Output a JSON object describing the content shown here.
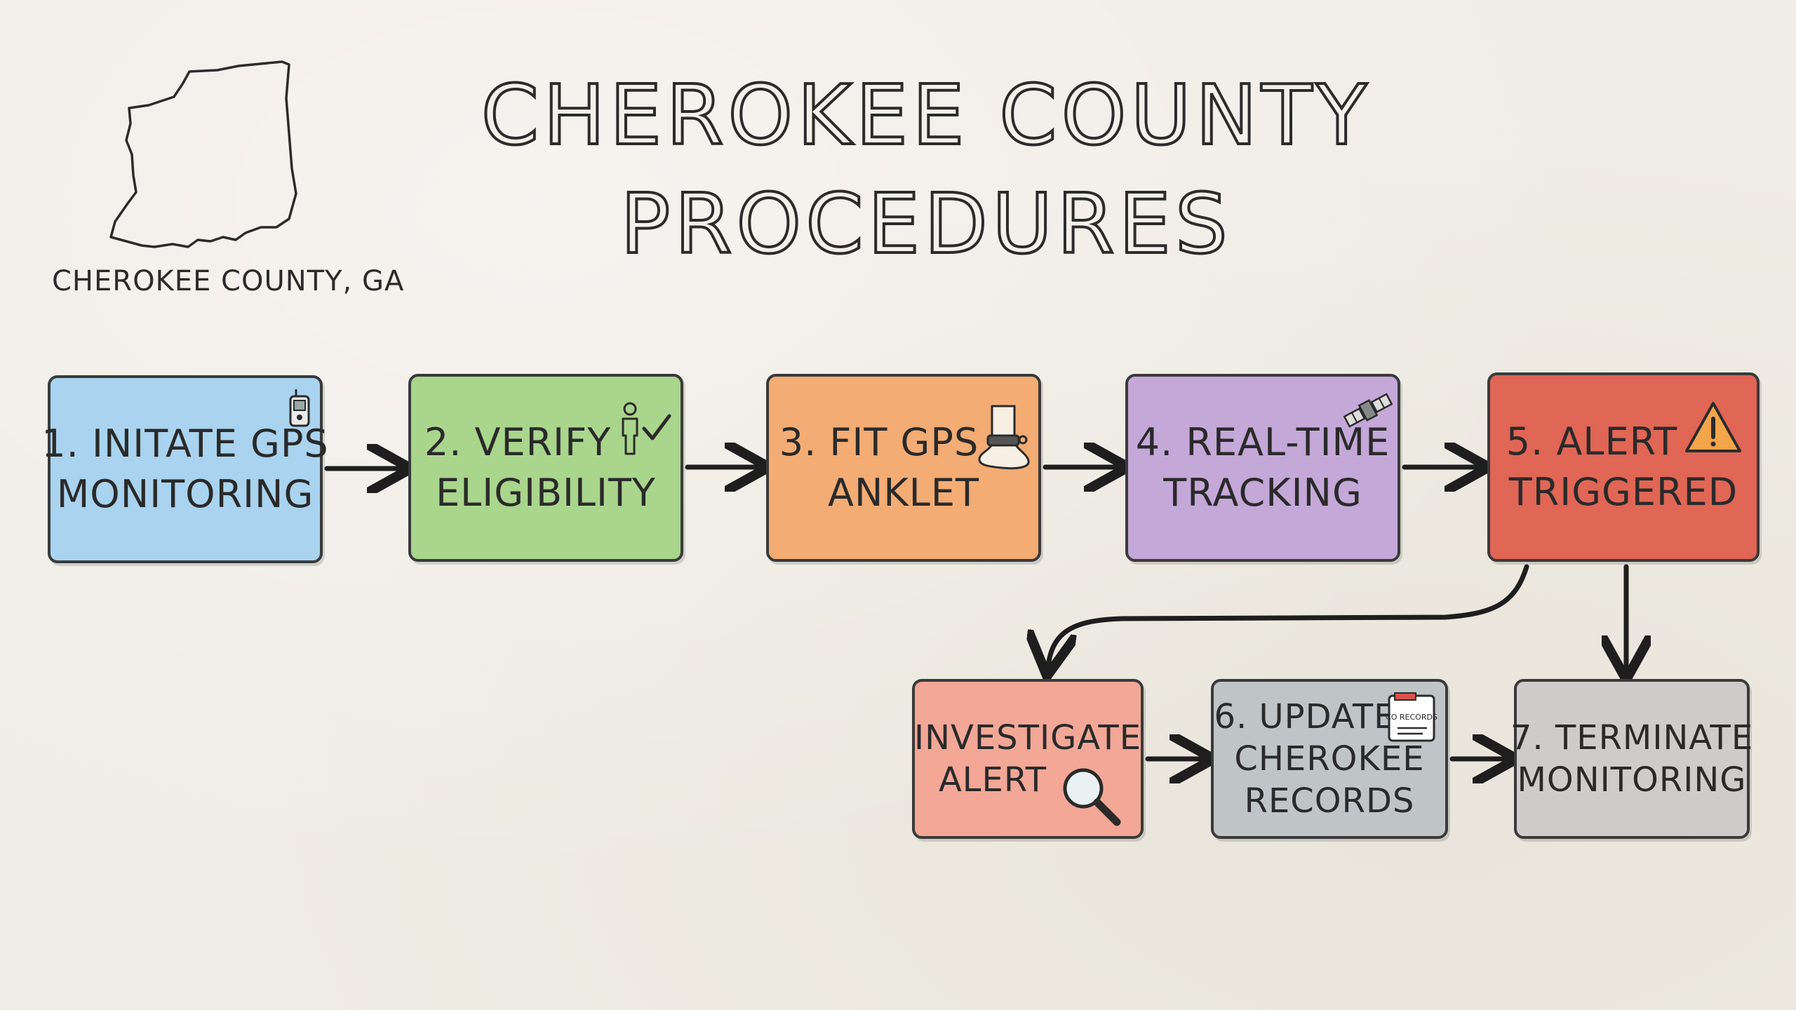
{
  "title": {
    "line1": "CHEROKEE COUNTY",
    "line2": "PROCEDURES"
  },
  "map_label": "CHEROKEE COUNTY, GA",
  "steps": {
    "s1": {
      "line1": "1. INITATE GPS",
      "line2": "MONITORING",
      "icon": "gps-tracker-icon"
    },
    "s2": {
      "line1": "2. VERIFY",
      "line2": "ELIGIBILITY",
      "icon": "person-check-icon"
    },
    "s3": {
      "line1": "3. FIT GPS",
      "line2": "ANKLET",
      "icon": "ankle-monitor-icon"
    },
    "s4": {
      "line1": "4. REAL-TIME",
      "line2": "TRACKING",
      "icon": "satellite-icon"
    },
    "s5": {
      "line1": "5. ALERT",
      "line2": "TRIGGERED",
      "icon": "warning-icon"
    },
    "investigate": {
      "line1": "INVESTIGATE",
      "line2": "ALERT",
      "icon": "magnifier-icon"
    },
    "s6": {
      "line1": "6. UPDATE",
      "line2": "CHEROKEE",
      "line3": "RECORDS",
      "icon": "records-folder-icon",
      "icon_text": "CO RECORDS"
    },
    "s7": {
      "line1": "7. TERMINATE",
      "line2": "MONITORING"
    }
  },
  "colors": {
    "step1": "#a9d3ee",
    "step2": "#a9d58d",
    "step3": "#f2ac74",
    "step4": "#c4a8d8",
    "step5": "#e06656",
    "investigate": "#f2a797",
    "step6": "#bfc4c7",
    "step7": "#cdccca",
    "ink": "#2b2b2b"
  }
}
